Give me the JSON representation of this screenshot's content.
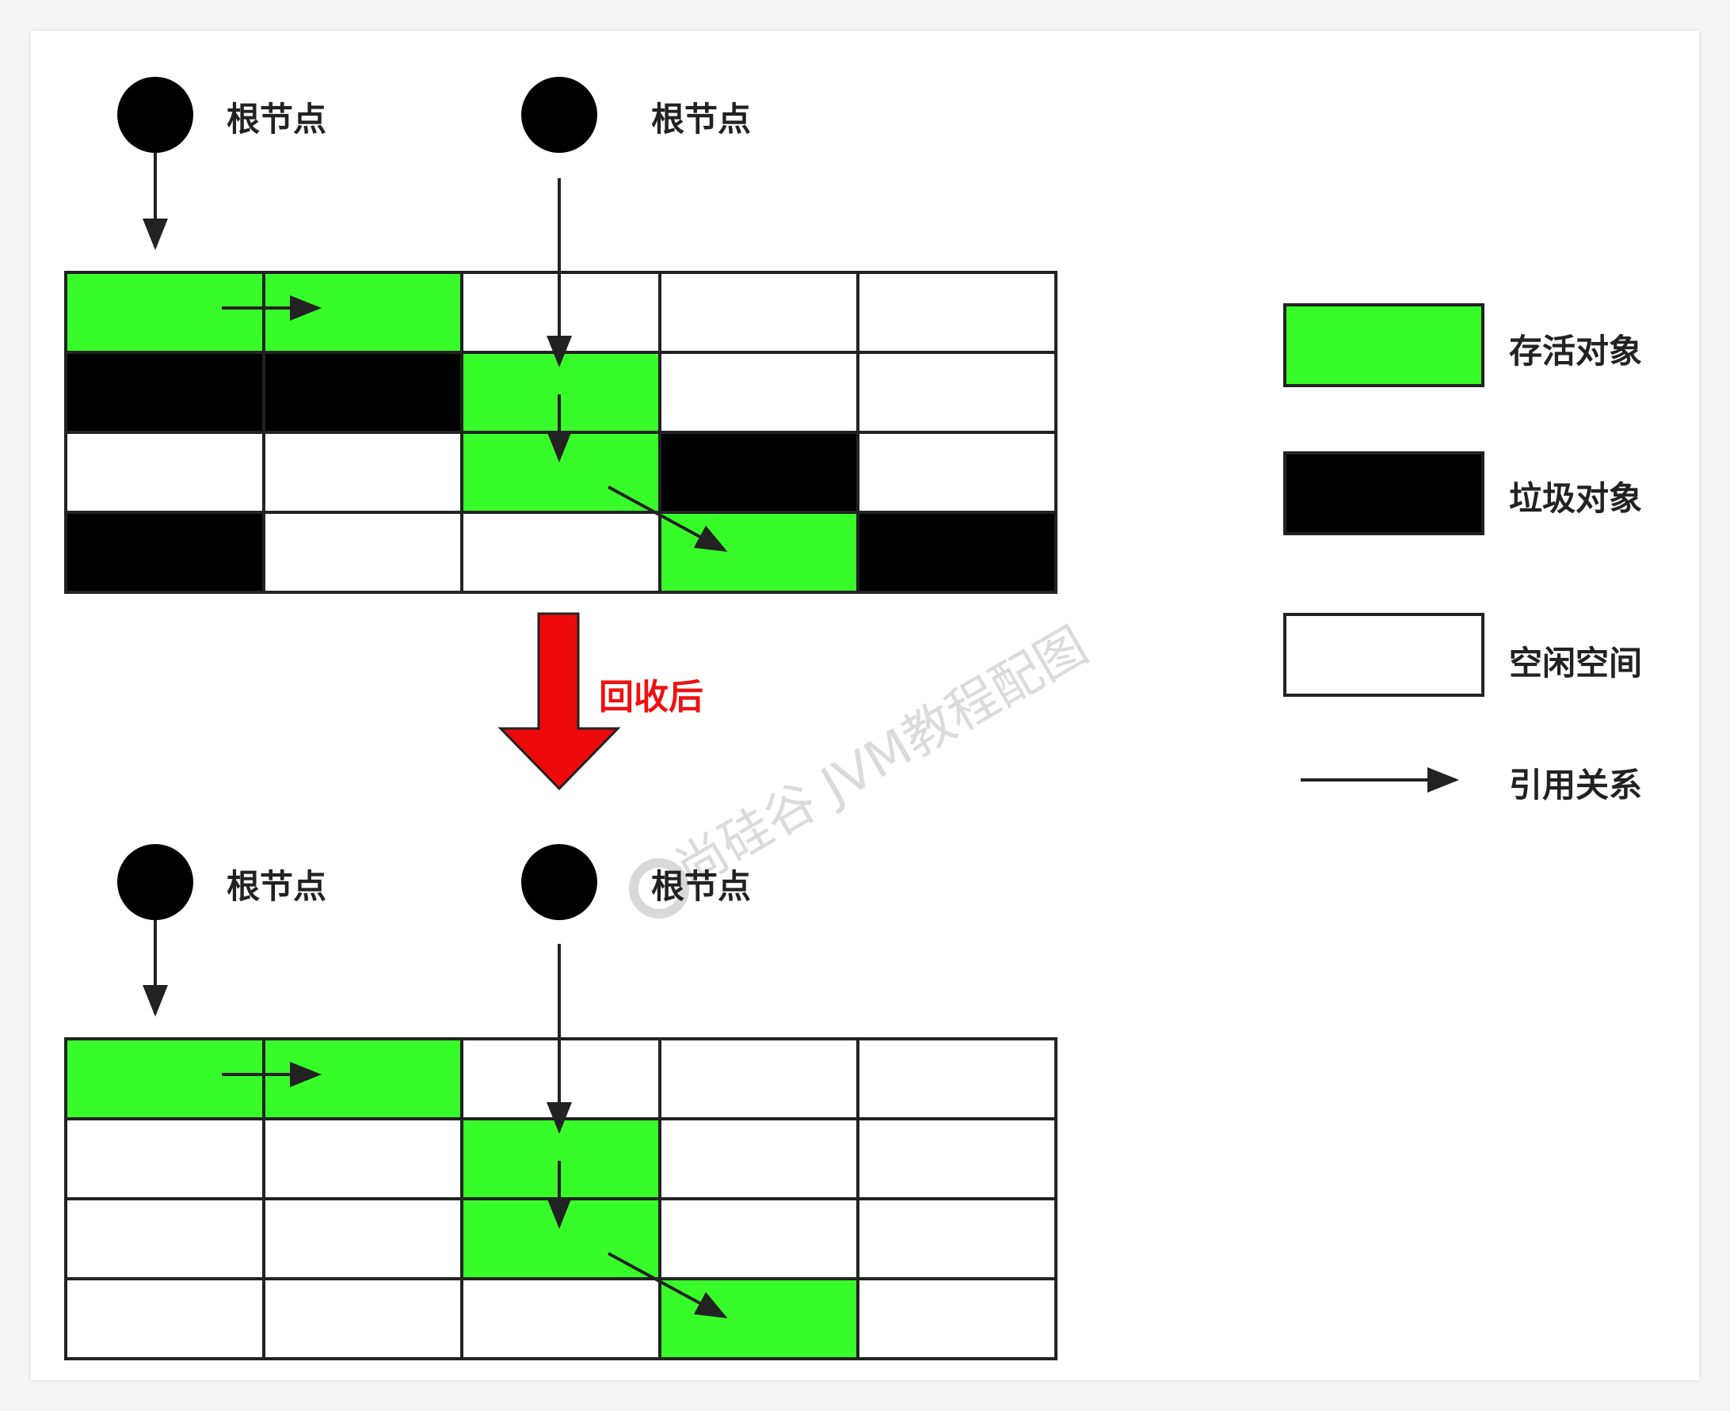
{
  "colors": {
    "live": "#38fc2a",
    "garbage": "#000000",
    "free": "#ffffff",
    "arrow_red": "#ee0a0a",
    "line": "#222222"
  },
  "root_label": "根节点",
  "transition_label": "回收后",
  "legend": {
    "live": "存活对象",
    "garbage": "垃圾对象",
    "free": "空闲空间",
    "reference": "引用关系"
  },
  "watermark": "尚硅谷 JVM教程配图",
  "before_grid": [
    [
      "live",
      "live",
      "free",
      "free",
      "free"
    ],
    [
      "garbage",
      "garbage",
      "live",
      "free",
      "free"
    ],
    [
      "free",
      "free",
      "live",
      "garbage",
      "free"
    ],
    [
      "garbage",
      "free",
      "free",
      "live",
      "garbage"
    ]
  ],
  "after_grid": [
    [
      "live",
      "live",
      "free",
      "free",
      "free"
    ],
    [
      "free",
      "free",
      "live",
      "free",
      "free"
    ],
    [
      "free",
      "free",
      "live",
      "free",
      "free"
    ],
    [
      "free",
      "free",
      "free",
      "live",
      "free"
    ]
  ]
}
